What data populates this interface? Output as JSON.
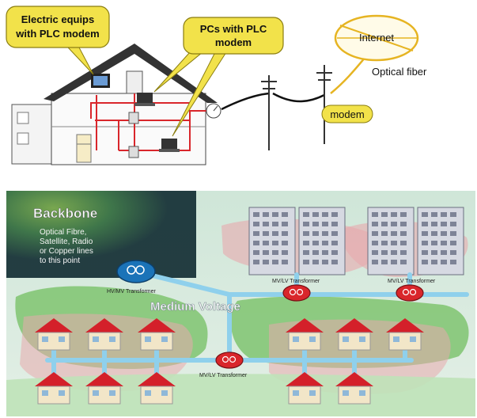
{
  "top_diagram": {
    "callouts": {
      "electric_equips": [
        "Electric equips",
        "with PLC modem"
      ],
      "pcs": [
        "PCs with PLC",
        "modem"
      ]
    },
    "internet_label": "Internet",
    "optical_fiber_label": "Optical fiber",
    "modem_label": "modem"
  },
  "bottom_diagram": {
    "backbone_label": "Backbone",
    "backbone_note": [
      "Optical Fibre,",
      "Satellite, Radio",
      "or Copper lines",
      "to this point"
    ],
    "hv_mv_transformer_label": "HV/MV Transformer",
    "medium_voltage_label": "Medium Voltage",
    "mv_lv_transformer_labels": [
      "MV/LV Transformer",
      "MV/LV Transformer",
      "MV/LV Transformer"
    ]
  },
  "colors": {
    "callout_yellow": "#f2e24a",
    "wire_red": "#d9262b",
    "line_blue": "#8fd0ec",
    "house_roof": "#d4202a",
    "hv_transformer": "#1b73b8"
  }
}
